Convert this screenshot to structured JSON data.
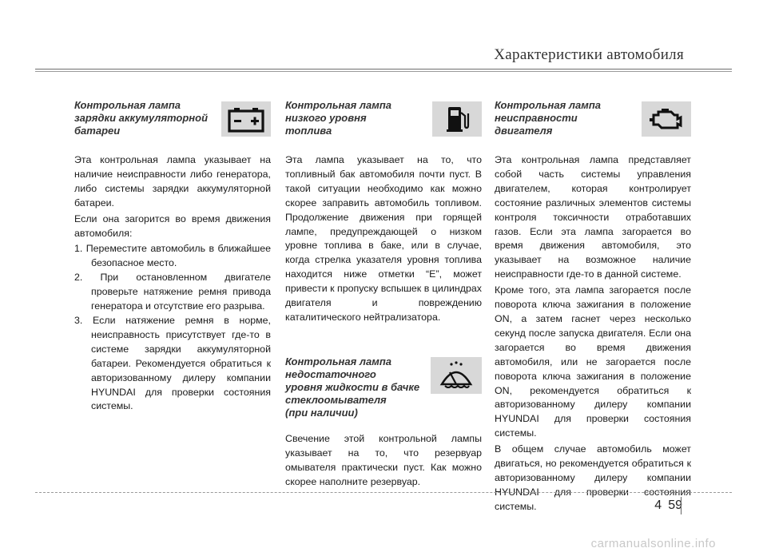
{
  "header": {
    "section_title": "Характеристики автомобиля"
  },
  "col1": {
    "title": "Контрольная лампа\nзарядки аккумуляторной\nбатареи",
    "icon": "battery-icon",
    "p1": "Эта контрольная лампа указывает на наличие неисправности либо генератора, либо системы зарядки аккумуляторной батареи.",
    "p2": "Если она загорится во время движения автомобиля:",
    "items": [
      "1. Переместите автомобиль в ближайшее безопасное место.",
      "2. При остановленном двигателе проверьте натяжение ремня привода генератора и отсутствие его разрыва.",
      "3. Если натяжение ремня в норме, неисправность присутствует где-то в системе зарядки аккумуляторной батареи. Рекомендуется обратиться к авторизованному дилеру компании HYUNDAI для проверки состояния системы."
    ]
  },
  "col2": {
    "title": "Контрольная лампа\n низкого уровня\nтоплива",
    "icon": "fuel-pump-icon",
    "p1": "Эта лампа указывает на то, что топливный бак автомобиля почти пуст. В такой ситуации необходимо как можно скорее заправить автомобиль топливом. Продолжение движения при горящей лампе, предупреждающей о низком уровне топлива в баке, или в случае, когда стрелка указателя уровня топлива находится ниже отметки “E”, может привести к пропуску вспышек в цилиндрах двигателя и повреждению каталитического нейтрализатора.",
    "sub_title": "Контрольная лампа\nнедостаточного\nуровня жидкости в бачке\nстеклоомывателя\n(при наличии)",
    "sub_icon": "washer-fluid-icon",
    "p2": "Свечение этой контрольной лампы указывает на то, что резервуар омывателя практически пуст. Как можно скорее наполните резервуар."
  },
  "col3": {
    "title": "Контрольная лампа\nнеисправности\nдвигателя",
    "icon": "check-engine-icon",
    "p1": "Эта контрольная лампа представляет собой часть системы управления двигателем, которая контролирует состояние различных элементов системы контроля токсичности отработавших газов. Если эта лампа загорается во время движения автомобиля, это указывает на возможное наличие неисправности где-то в данной системе.",
    "p2": "Кроме того, эта лампа загорается после поворота ключа зажигания в положение ON, а затем гаснет через несколько секунд после запуска двигателя. Если она загорается во время движения автомобиля, или не загорается после поворота ключа зажигания в положение ON, рекомендуется обратиться к авторизованному дилеру компании HYUNDAI для проверки состояния системы.",
    "p3": "В общем случае автомобиль может двигаться, но рекомендуется обратиться к авторизованному дилеру компании HYUNDAI для проверки состояния системы."
  },
  "footer": {
    "chapter": "4",
    "page": "59",
    "watermark": "carmanualsonline.info"
  }
}
